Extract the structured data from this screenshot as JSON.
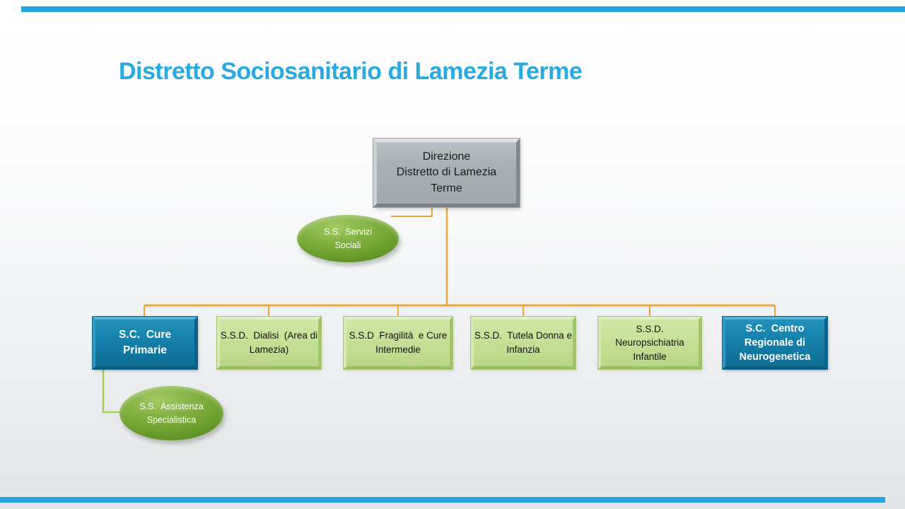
{
  "slide": {
    "title": "Distretto Sociosanitario di Lamezia Terme"
  },
  "colors": {
    "title-blue": "#29A9E1",
    "bar-blue": "#27A5DC",
    "orange": "#EDA440",
    "green-line": "#A6CE5B",
    "gray-fill": "#A9B0B5",
    "green-fill": "#C6E197",
    "blue-fill": "#1581AC",
    "ellipse-green": "#6FA42F",
    "bg-bottom": "#E2E4E6"
  },
  "org_chart": {
    "root": {
      "label": "Direzione\nDistretto di Lamezia\nTerme"
    },
    "staff_ellipses": [
      {
        "label": "S.S.  Servizi\nSociali"
      },
      {
        "label": "S.S.  Assistenza\nSpecialistica"
      }
    ],
    "children": [
      {
        "label": "S.C.  Cure Primarie",
        "style": "blue"
      },
      {
        "label": "S.S.D.  Dialisi  (Area di\nLamezia)",
        "style": "green"
      },
      {
        "label": "S.S.D  Fragilità  e Cure\nIntermedie",
        "style": "green"
      },
      {
        "label": "S.S.D.  Tutela Donna e\nInfanzia",
        "style": "green"
      },
      {
        "label": "S.S.D.\nNeuropsichiatria\nInfantile",
        "style": "green"
      },
      {
        "label": "S.C.  Centro\nRegionale di\nNeurogenetica",
        "style": "blue"
      }
    ]
  }
}
